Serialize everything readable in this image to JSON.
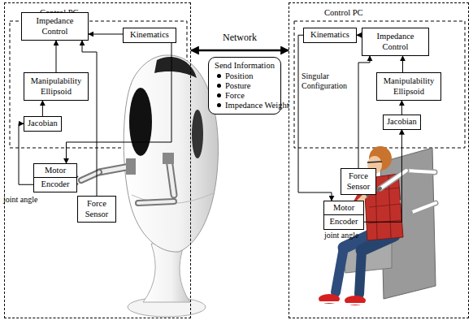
{
  "diagram": {
    "nodes": [
      {
        "text": [
          "Control PC"
        ]
      },
      {
        "text": [
          "Impedance Control"
        ],
        "in": 0
      },
      {
        "text": [
          "Kinematics"
        ],
        "in": 0
      },
      {
        "text": [
          "Manipulability Ellipsoid"
        ],
        "in": 0
      },
      {
        "text": [
          "Jacobian"
        ],
        "in": 0
      },
      {
        "text": [
          "Motor"
        ],
        "in": 0
      },
      {
        "text": [
          "Encoder"
        ],
        "in": 0
      },
      {
        "text": [
          "Force Sensor"
        ],
        "in": 0
      },
      {
        "text": [
          "Send Information",
          "Position",
          "Posture",
          "Force",
          "Impedance Weight"
        ]
      },
      {
        "text": [
          "Control PC"
        ]
      },
      {
        "text": [
          "Kinematics"
        ],
        "in": 9
      },
      {
        "text": [
          "Impedance Control"
        ],
        "in": 9
      },
      {
        "text": [
          "Manipulability Ellipsoid"
        ],
        "in": 9
      },
      {
        "text": [
          "Jacobian"
        ],
        "in": 9
      },
      {
        "text": [
          "Force Sensor"
        ],
        "in": 9
      },
      {
        "text": [
          "Motor"
        ],
        "in": 9
      },
      {
        "text": [
          "Encoder"
        ],
        "in": 9
      }
    ],
    "edges": [
      {
        "from": 2,
        "to": 1,
        "arrow": "to"
      },
      {
        "from": 3,
        "to": 1,
        "arrow": "to"
      },
      {
        "from": 4,
        "to": 3,
        "arrow": "to"
      },
      {
        "from": 6,
        "to": 4,
        "arrow": "to"
      },
      {
        "from": 2,
        "to": 5,
        "arrow": "to"
      },
      {
        "from": 7,
        "to": 1,
        "arrow": "to"
      },
      {
        "from": 11,
        "to": 10,
        "arrow": "to"
      },
      {
        "from": 12,
        "to": 11,
        "arrow": "to"
      },
      {
        "from": 13,
        "to": 12,
        "arrow": "to"
      },
      {
        "from": 16,
        "to": 13,
        "arrow": "to"
      },
      {
        "from": 14,
        "to": 11,
        "arrow": "to"
      },
      {
        "from": 10,
        "to": 15,
        "arrow": "to"
      },
      {
        "from": 0,
        "to": 9,
        "label": "Network",
        "arrow": "both"
      }
    ],
    "labels": [
      "joint angle",
      "Singular Configuration",
      "joint angle"
    ]
  }
}
